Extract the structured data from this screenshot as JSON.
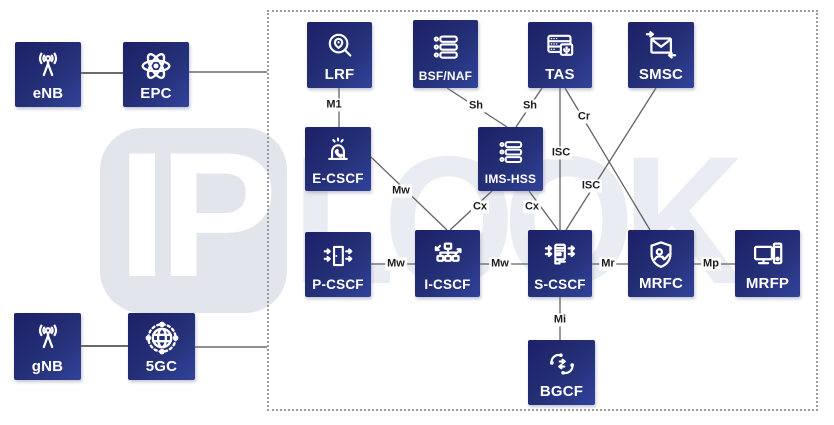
{
  "watermark": {
    "tile": "IP",
    "ghost": "LOOK"
  },
  "colors": {
    "node_gradient_dark": "#1d2067",
    "node_gradient_light": "#31429a",
    "node_text": "#ffffff",
    "wire": "#636363",
    "access_wire": "#3a3a3a",
    "exit_wire": "#8f8f8f",
    "frame_dots": "#9c9c9c",
    "interface_text": "#1d1d1d",
    "watermark_tile_bg": "#e3e5ec",
    "watermark_ghost_text": "#eaecf3"
  },
  "nodes": {
    "enb": {
      "label": "eNB"
    },
    "epc": {
      "label": "EPC"
    },
    "gnb": {
      "label": "gNB"
    },
    "fgc": {
      "label": "5GC"
    },
    "lrf": {
      "label": "LRF"
    },
    "bsf": {
      "label": "BSF/NAF"
    },
    "tas": {
      "label": "TAS"
    },
    "smsc": {
      "label": "SMSC"
    },
    "ecscf": {
      "label": "E-CSCF"
    },
    "hss": {
      "label": "IMS-HSS"
    },
    "pcscf": {
      "label": "P-CSCF"
    },
    "icscf": {
      "label": "I-CSCF"
    },
    "scscf": {
      "label": "S-CSCF"
    },
    "mrfc": {
      "label": "MRFC"
    },
    "mrfp": {
      "label": "MRFP"
    },
    "bgcf": {
      "label": "BGCF"
    }
  },
  "interfaces": {
    "m1": "M1",
    "sh1": "Sh",
    "sh2": "Sh",
    "cr": "Cr",
    "isc1": "ISC",
    "isc2": "ISC",
    "mw1": "Mw",
    "cx1": "Cx",
    "cx2": "Cx",
    "mw2": "Mw",
    "mw3": "Mw",
    "mr": "Mr",
    "mp": "Mp",
    "mi": "Mi"
  },
  "connections": [
    {
      "from": "eNB",
      "to": "EPC",
      "interface": ""
    },
    {
      "from": "EPC",
      "to": "IMS core boundary",
      "interface": ""
    },
    {
      "from": "gNB",
      "to": "5GC",
      "interface": ""
    },
    {
      "from": "5GC",
      "to": "IMS core boundary",
      "interface": ""
    },
    {
      "from": "LRF",
      "to": "E-CSCF",
      "interface": "M1"
    },
    {
      "from": "BSF/NAF",
      "to": "IMS-HSS",
      "interface": "Sh"
    },
    {
      "from": "TAS",
      "to": "IMS-HSS",
      "interface": "Sh"
    },
    {
      "from": "TAS",
      "to": "S-CSCF",
      "interface": "ISC"
    },
    {
      "from": "TAS",
      "to": "MRFC",
      "interface": "Cr"
    },
    {
      "from": "SMSC",
      "to": "S-CSCF",
      "interface": "ISC"
    },
    {
      "from": "E-CSCF",
      "to": "I-CSCF",
      "interface": "Mw"
    },
    {
      "from": "IMS-HSS",
      "to": "I-CSCF",
      "interface": "Cx"
    },
    {
      "from": "IMS-HSS",
      "to": "S-CSCF",
      "interface": "Cx"
    },
    {
      "from": "P-CSCF",
      "to": "I-CSCF",
      "interface": "Mw"
    },
    {
      "from": "I-CSCF",
      "to": "S-CSCF",
      "interface": "Mw"
    },
    {
      "from": "S-CSCF",
      "to": "MRFC",
      "interface": "Mr"
    },
    {
      "from": "MRFC",
      "to": "MRFP",
      "interface": "Mp"
    },
    {
      "from": "S-CSCF",
      "to": "BGCF",
      "interface": "Mi"
    }
  ]
}
